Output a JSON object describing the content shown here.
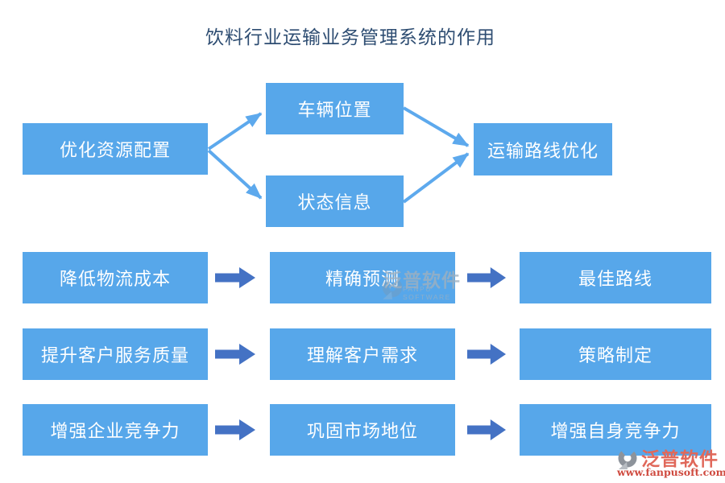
{
  "title": "饮料行业运输业务管理系统的作用",
  "top_flow": {
    "source": "优化资源配置",
    "branch_top": "车辆位置",
    "branch_bottom": "状态信息",
    "target": "运输路线优化"
  },
  "process_rows": [
    {
      "cause": "降低物流成本",
      "method": "精确预测",
      "result": "最佳路线"
    },
    {
      "cause": "提升客户服务质量",
      "method": "理解客户需求",
      "result": "策略制定"
    },
    {
      "cause": "增强企业竞争力",
      "method": "巩固市场地位",
      "result": "增强自身竞争力"
    }
  ],
  "watermark": {
    "name": "泛普软件",
    "subtitle": "FANPU SOFTWARE"
  },
  "logo": {
    "brand": "泛普软件",
    "website": "www.fanpusoft.com"
  },
  "colors": {
    "node_fill": "#57a7ea",
    "connector": "#5da9ed",
    "block_arrow": "#4472c4",
    "title_text": "#2e4d72",
    "logo_red": "#e0685a",
    "url_red": "#cf4a3f",
    "watermark_gray": "#9fb0bf"
  }
}
